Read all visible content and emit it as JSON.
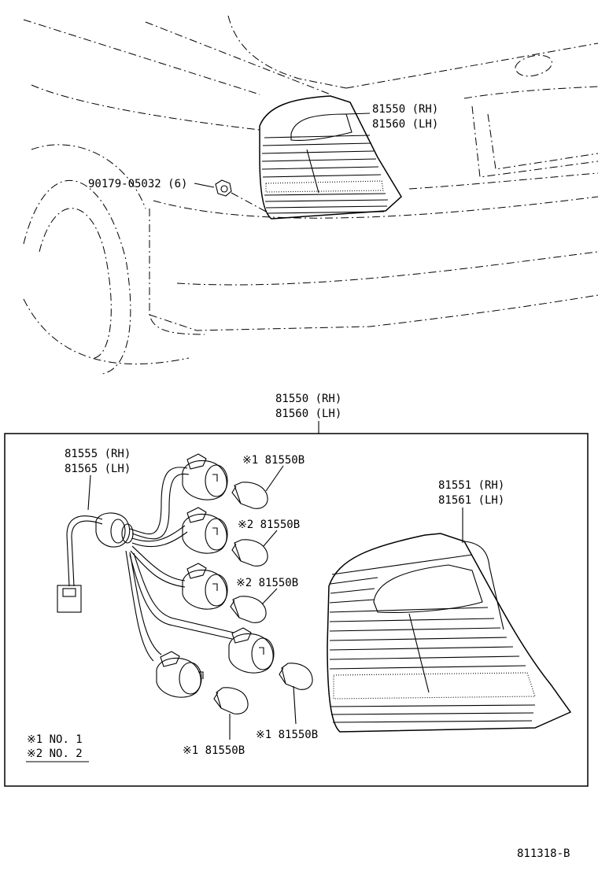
{
  "top": {
    "lamp_rh": "81550 (RH)",
    "lamp_lh": "81560 (LH)",
    "bolt": "90179-05032 (6)"
  },
  "box": {
    "title_rh": "81550 (RH)",
    "title_lh": "81560 (LH)",
    "socket_rh": "81555 (RH)",
    "socket_lh": "81565 (LH)",
    "lens_rh": "81551 (RH)",
    "lens_lh": "81561 (LH)",
    "bulb1": "※1 81550B",
    "bulb2": "※2 81550B",
    "bulb3": "※2 81550B",
    "bulb4": "※1 81550B",
    "bulb5": "※1 81550B",
    "legend1": "※1 NO. 1",
    "legend2": "※2 NO. 2"
  },
  "figure_code": "811318-B"
}
